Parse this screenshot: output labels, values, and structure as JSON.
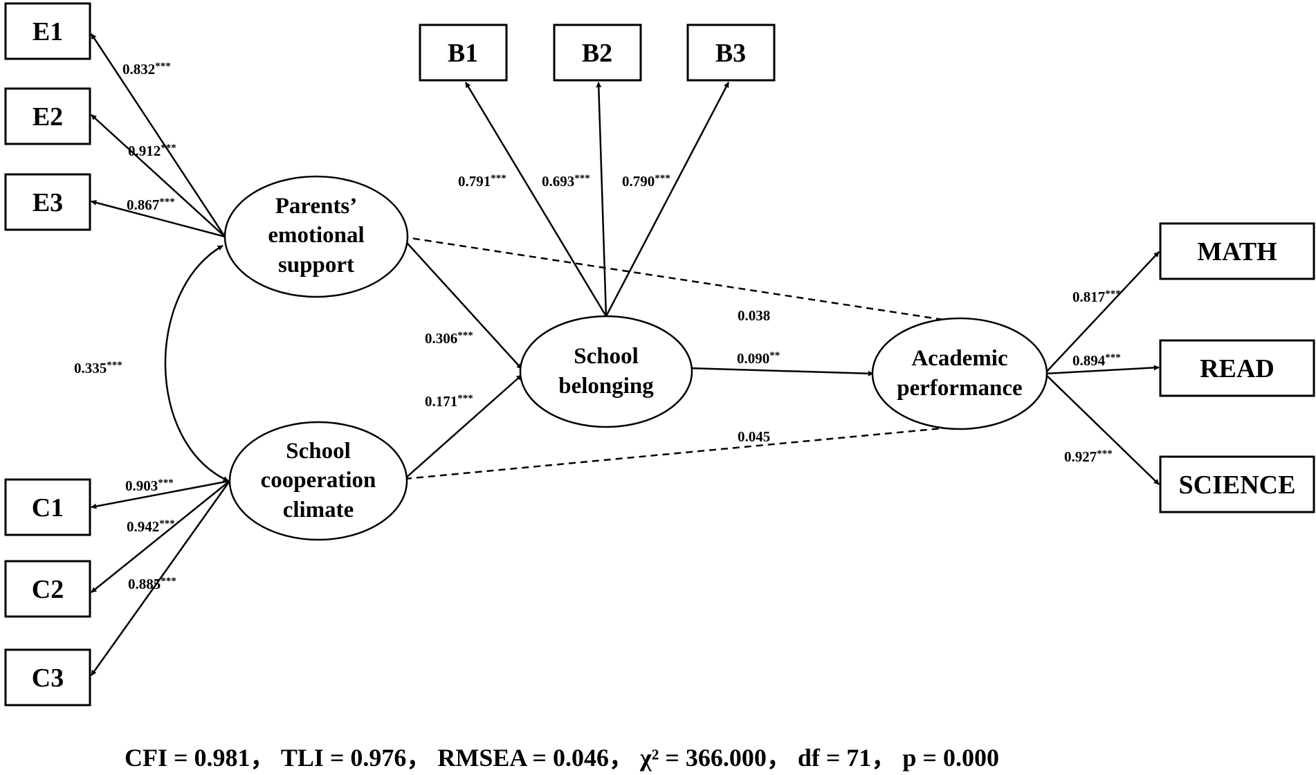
{
  "indicators": {
    "E1": "E1",
    "E2": "E2",
    "E3": "E3",
    "B1": "B1",
    "B2": "B2",
    "B3": "B3",
    "C1": "C1",
    "C2": "C2",
    "C3": "C3",
    "MATH": "MATH",
    "READ": "READ",
    "SCIENCE": "SCIENCE"
  },
  "latents": {
    "parents": [
      "Parents’",
      "emotional",
      "support"
    ],
    "school_coop": [
      "School",
      "cooperation",
      "climate"
    ],
    "belonging": [
      "School",
      "belonging"
    ],
    "academic": [
      "Academic",
      "performance"
    ]
  },
  "loadings": {
    "E1": {
      "value": "0.832",
      "sig": "***"
    },
    "E2": {
      "value": "0.912",
      "sig": "***"
    },
    "E3": {
      "value": "0.867",
      "sig": "***"
    },
    "B1": {
      "value": "0.791",
      "sig": "***"
    },
    "B2": {
      "value": "0.693",
      "sig": "***"
    },
    "B3": {
      "value": "0.790",
      "sig": "***"
    },
    "C1": {
      "value": "0.903",
      "sig": "***"
    },
    "C2": {
      "value": "0.942",
      "sig": "***"
    },
    "C3": {
      "value": "0.885",
      "sig": "***"
    },
    "MATH": {
      "value": "0.817",
      "sig": "***"
    },
    "READ": {
      "value": "0.894",
      "sig": "***"
    },
    "SCIENCE": {
      "value": "0.927",
      "sig": "***"
    }
  },
  "paths": {
    "correlation": {
      "value": "0.335",
      "sig": "***"
    },
    "parents_to_belonging": {
      "value": "0.306",
      "sig": "***"
    },
    "coop_to_belonging": {
      "value": "0.171",
      "sig": "***"
    },
    "belonging_to_academic": {
      "value": "0.090",
      "sig": "**"
    },
    "parents_to_academic": {
      "value": "0.038",
      "sig": ""
    },
    "coop_to_academic": {
      "value": "0.045",
      "sig": ""
    }
  },
  "fit_indices": "CFI = 0.981， TLI = 0.976， RMSEA = 0.046， χ² = 366.000， df = 71， p = 0.000"
}
